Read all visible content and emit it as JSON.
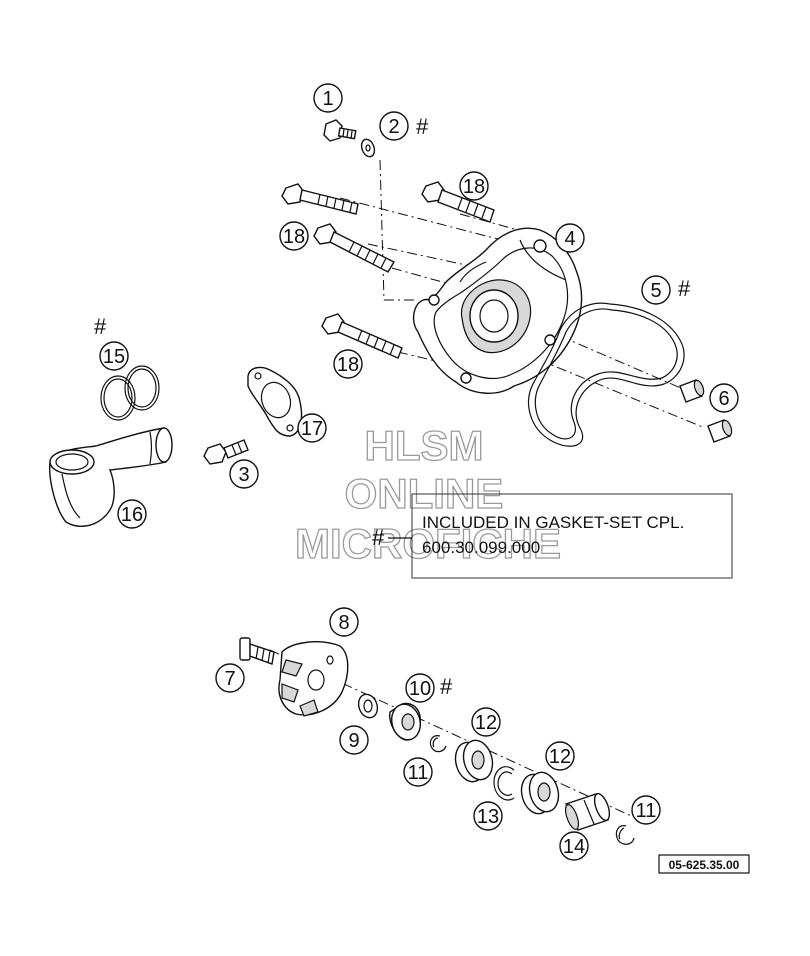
{
  "diagram": {
    "callouts": [
      {
        "id": "c1",
        "label": "1"
      },
      {
        "id": "c2",
        "label": "2"
      },
      {
        "id": "c3",
        "label": "3"
      },
      {
        "id": "c4",
        "label": "4"
      },
      {
        "id": "c5",
        "label": "5"
      },
      {
        "id": "c6",
        "label": "6"
      },
      {
        "id": "c7",
        "label": "7"
      },
      {
        "id": "c8",
        "label": "8"
      },
      {
        "id": "c9",
        "label": "9"
      },
      {
        "id": "c10",
        "label": "10"
      },
      {
        "id": "c11a",
        "label": "11"
      },
      {
        "id": "c11b",
        "label": "11"
      },
      {
        "id": "c12a",
        "label": "12"
      },
      {
        "id": "c12b",
        "label": "12"
      },
      {
        "id": "c13",
        "label": "13"
      },
      {
        "id": "c14",
        "label": "14"
      },
      {
        "id": "c15",
        "label": "15"
      },
      {
        "id": "c16",
        "label": "16"
      },
      {
        "id": "c17",
        "label": "17"
      },
      {
        "id": "c18a",
        "label": "18"
      },
      {
        "id": "c18b",
        "label": "18"
      },
      {
        "id": "c18c",
        "label": "18"
      }
    ],
    "gasket_marker": "#",
    "note": {
      "marker": "#",
      "line1": "INCLUDED IN GASKET-SET CPL.",
      "line2": "600.30.099.000"
    },
    "watermark": {
      "line1": "HLSM",
      "line2": "ONLINE",
      "line3": "MICROFICHE"
    },
    "reference_code": "05-625.35.00"
  }
}
